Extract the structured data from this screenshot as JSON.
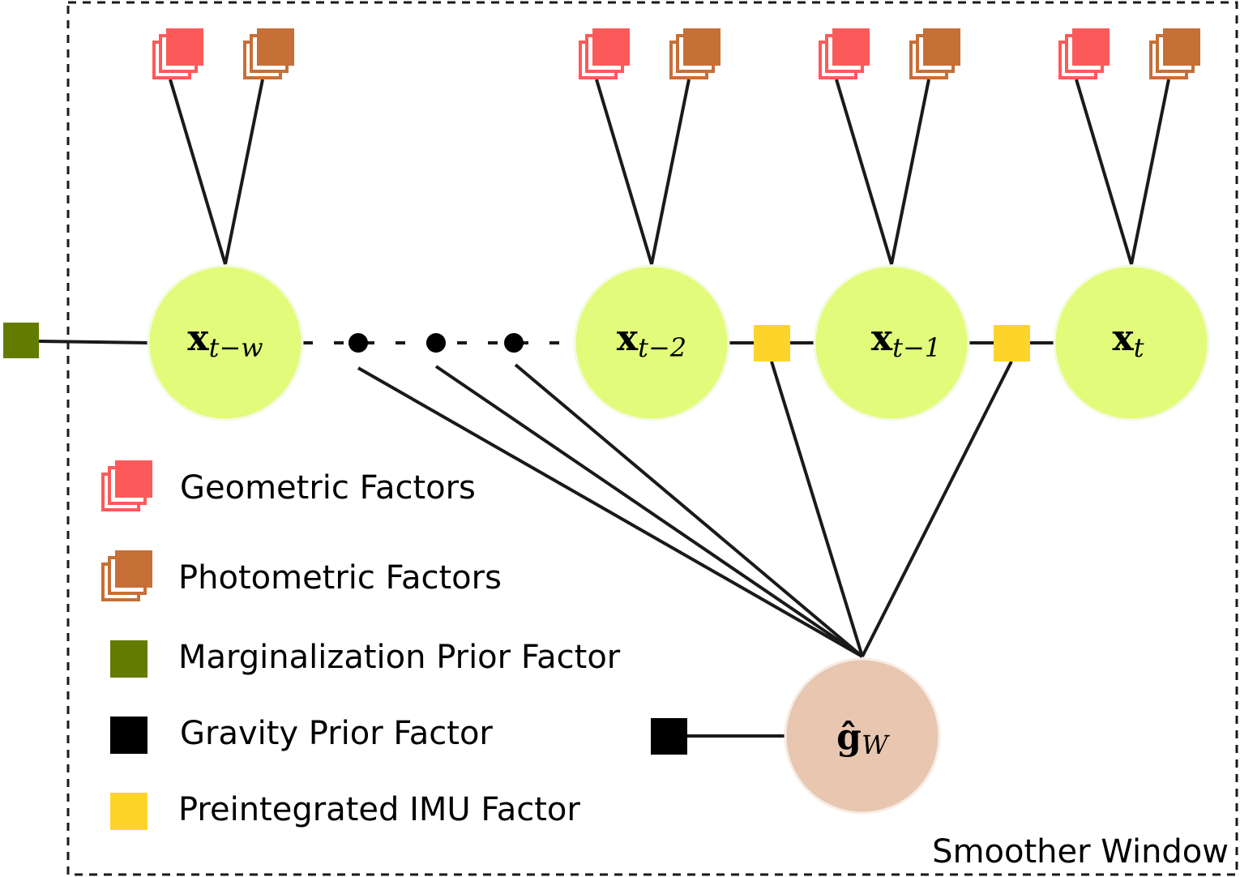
{
  "window": {
    "label": "Smoother Window"
  },
  "colors": {
    "state_node": "#e3fb7a",
    "gravity_node": "#e8c6b0",
    "geometric": "#fc5a5a",
    "photometric": "#c66f36",
    "marginalization": "#637c00",
    "gravity_prior": "#000000",
    "imu": "#fed42b"
  },
  "nodes": {
    "x_t_minus_w": {
      "main": "x",
      "sub": "t−w"
    },
    "x_t_minus_2": {
      "main": "x",
      "sub": "t−2"
    },
    "x_t_minus_1": {
      "main": "x",
      "sub": "t−1"
    },
    "x_t": {
      "main": "x",
      "sub": "t"
    },
    "g_w": {
      "main": "ĝ",
      "sub": "W"
    }
  },
  "legend": [
    {
      "label": "Geometric Factors",
      "icon": "geometric-factor-icon"
    },
    {
      "label": "Photometric Factors",
      "icon": "photometric-factor-icon"
    },
    {
      "label": "Marginalization Prior Factor",
      "icon": "marginalization-prior-icon"
    },
    {
      "label": "Gravity Prior Factor",
      "icon": "gravity-prior-icon"
    },
    {
      "label": "Preintegrated IMU Factor",
      "icon": "imu-factor-icon"
    }
  ]
}
